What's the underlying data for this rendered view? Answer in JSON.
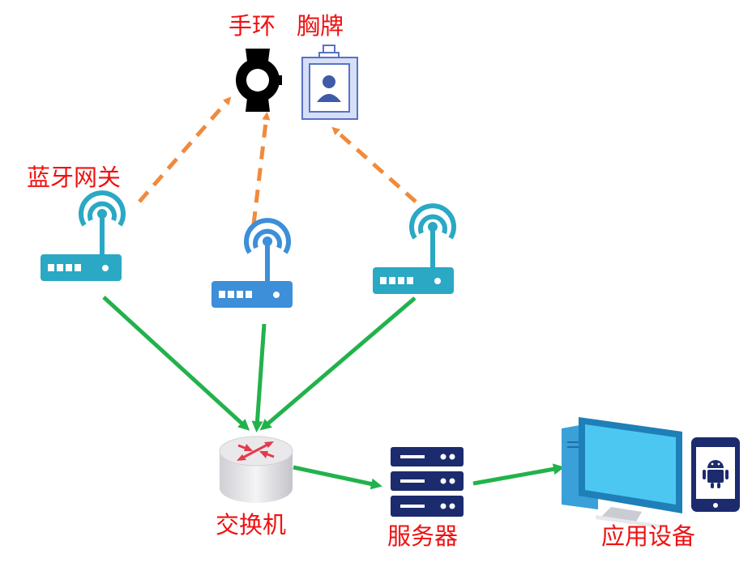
{
  "labels": {
    "wristband": "手环",
    "badge": "胸牌",
    "bluetooth_gateway": "蓝牙网关",
    "switch": "交换机",
    "server": "服务器",
    "app_device": "应用设备"
  },
  "colors": {
    "label_red": "#ee1111",
    "dashed_orange": "#f08a3c",
    "flow_green": "#22b24c",
    "gateway_teal": "#2aa8c4",
    "gateway_blue": "#3c8fd8",
    "server_navy": "#1c2a6e",
    "monitor_cyan": "#39c6f0",
    "phone_navy": "#1c2a6e"
  },
  "icons": [
    "wristband-icon",
    "badge-icon",
    "gateway-icon",
    "switch-icon",
    "server-icon",
    "desktop-computer-icon",
    "android-phone-icon"
  ]
}
